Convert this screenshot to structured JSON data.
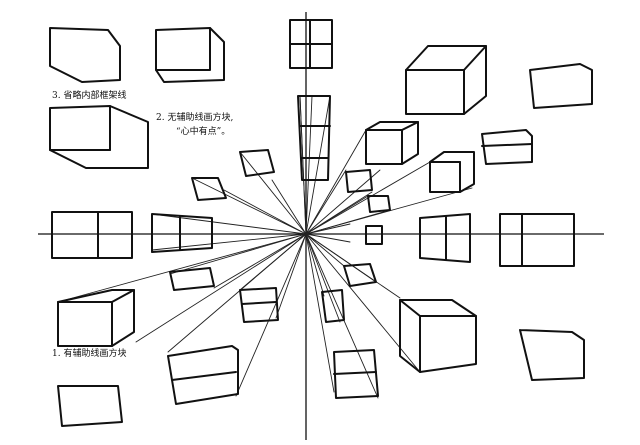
{
  "labels": {
    "omit_frame": "3. 省略内部框架线",
    "no_guides": "2. 无辅助线画方块,",
    "no_guides_quote": "“心中有点”。",
    "with_guides": "1. 有辅助线画方块"
  },
  "style": {
    "ink_color": "#111111",
    "paper_color": "#ffffff"
  }
}
